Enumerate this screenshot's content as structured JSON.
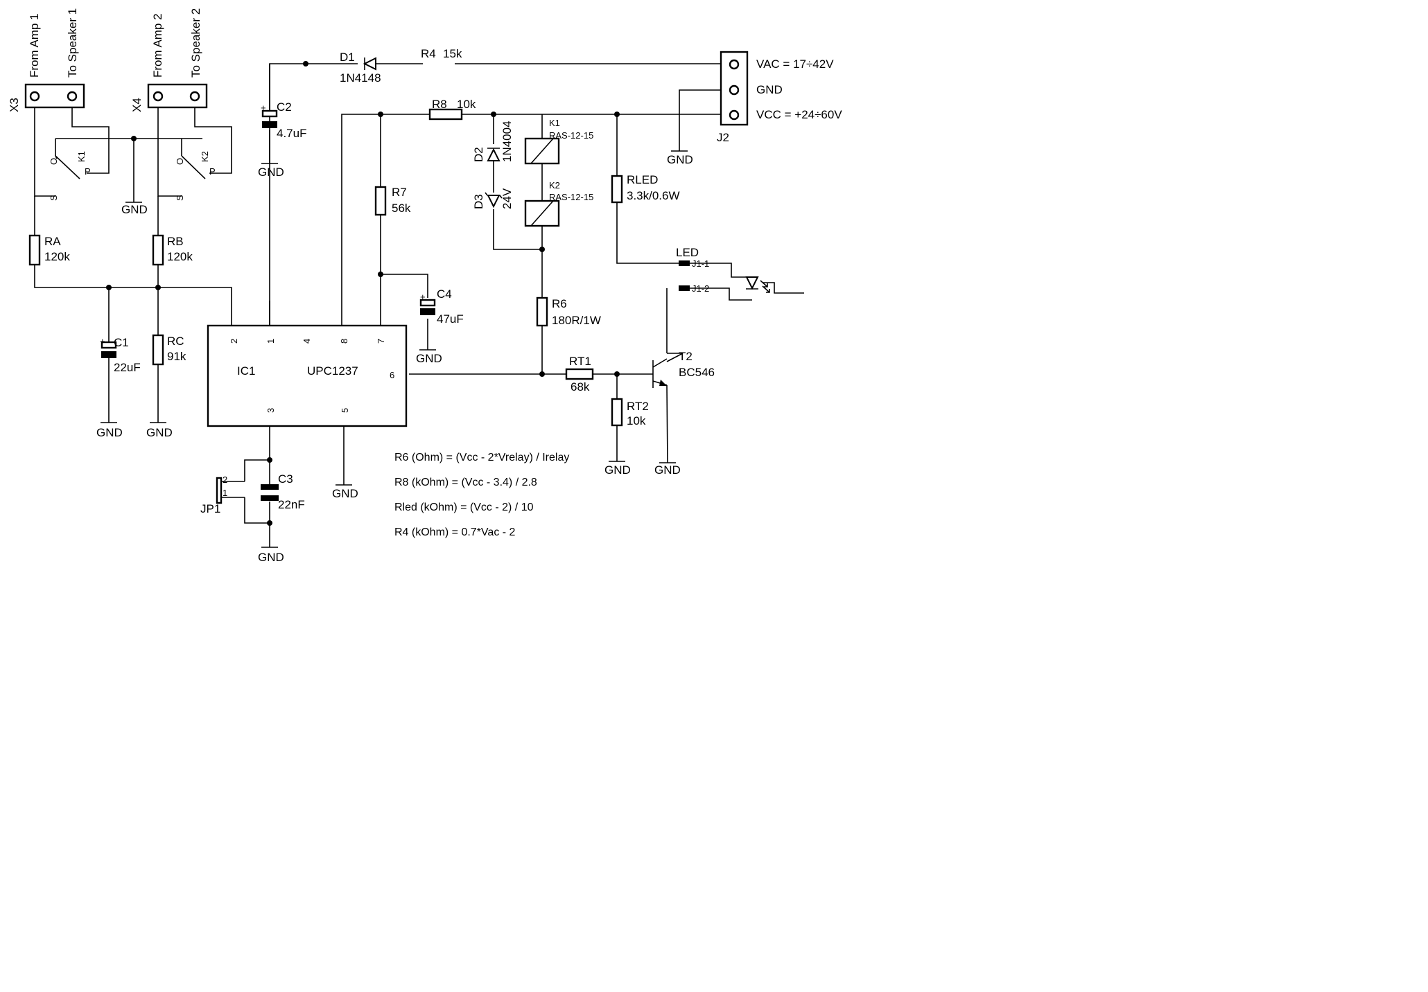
{
  "connectors": {
    "x3": {
      "ref": "X3",
      "pin1": "From Amp 1",
      "pin2": "To Speaker 1"
    },
    "x4": {
      "ref": "X4",
      "pin1": "From Amp 2",
      "pin2": "To Speaker 2"
    },
    "j2": {
      "ref": "J2",
      "pin1": "VAC = 17÷42V",
      "pin2": "GND",
      "pin3": "VCC = +24÷60V"
    },
    "j1": {
      "label": "LED",
      "pin1": "J1-1",
      "pin2": "J1-2"
    },
    "jp1": {
      "ref": "JP1",
      "pin1": "1",
      "pin2": "2"
    }
  },
  "relay_contacts": {
    "k1": {
      "ref": "K1",
      "o": "O",
      "p": "P",
      "s": "S"
    },
    "k2": {
      "ref": "K2",
      "o": "O",
      "p": "P",
      "s": "S"
    }
  },
  "resistors": {
    "ra": {
      "ref": "RA",
      "value": "120k"
    },
    "rb": {
      "ref": "RB",
      "value": "120k"
    },
    "rc": {
      "ref": "RC",
      "value": "91k"
    },
    "r4": {
      "ref": "R4",
      "value": "15k"
    },
    "r6": {
      "ref": "R6",
      "value": "180R/1W"
    },
    "r7": {
      "ref": "R7",
      "value": "56k"
    },
    "r8": {
      "ref": "R8",
      "value": "10k"
    },
    "rled": {
      "ref": "RLED",
      "value": "3.3k/0.6W"
    },
    "rt1": {
      "ref": "RT1",
      "value": "68k"
    },
    "rt2": {
      "ref": "RT2",
      "value": "10k"
    }
  },
  "capacitors": {
    "c1": {
      "ref": "C1",
      "value": "22uF"
    },
    "c2": {
      "ref": "C2",
      "value": "4.7uF"
    },
    "c3": {
      "ref": "C3",
      "value": "22nF"
    },
    "c4": {
      "ref": "C4",
      "value": "47uF"
    }
  },
  "diodes": {
    "d1": {
      "ref": "D1",
      "value": "1N4148"
    },
    "d2": {
      "ref": "D2",
      "value": "1N4004"
    },
    "d3": {
      "ref": "D3",
      "value": "24V"
    }
  },
  "relay_coils": {
    "k1": {
      "ref": "K1",
      "value": "RAS-12-15"
    },
    "k2": {
      "ref": "K2",
      "value": "RAS-12-15"
    }
  },
  "transistor": {
    "ref": "T2",
    "value": "BC546"
  },
  "ic": {
    "ref": "IC1",
    "part": "UPC1237",
    "pins": {
      "p1": "1",
      "p2": "2",
      "p3": "3",
      "p4": "4",
      "p5": "5",
      "p6": "6",
      "p7": "7",
      "p8": "8"
    }
  },
  "gnd_label": "GND",
  "polarity_mark": "+",
  "formulas": [
    "R6 (Ohm) = (Vcc - 2*Vrelay) / Irelay",
    "R8 (kOhm) = (Vcc - 3.4) / 2.8",
    "Rled (kOhm) = (Vcc - 2) / 10",
    "R4 (kOhm) = 0.7*Vac - 2"
  ]
}
